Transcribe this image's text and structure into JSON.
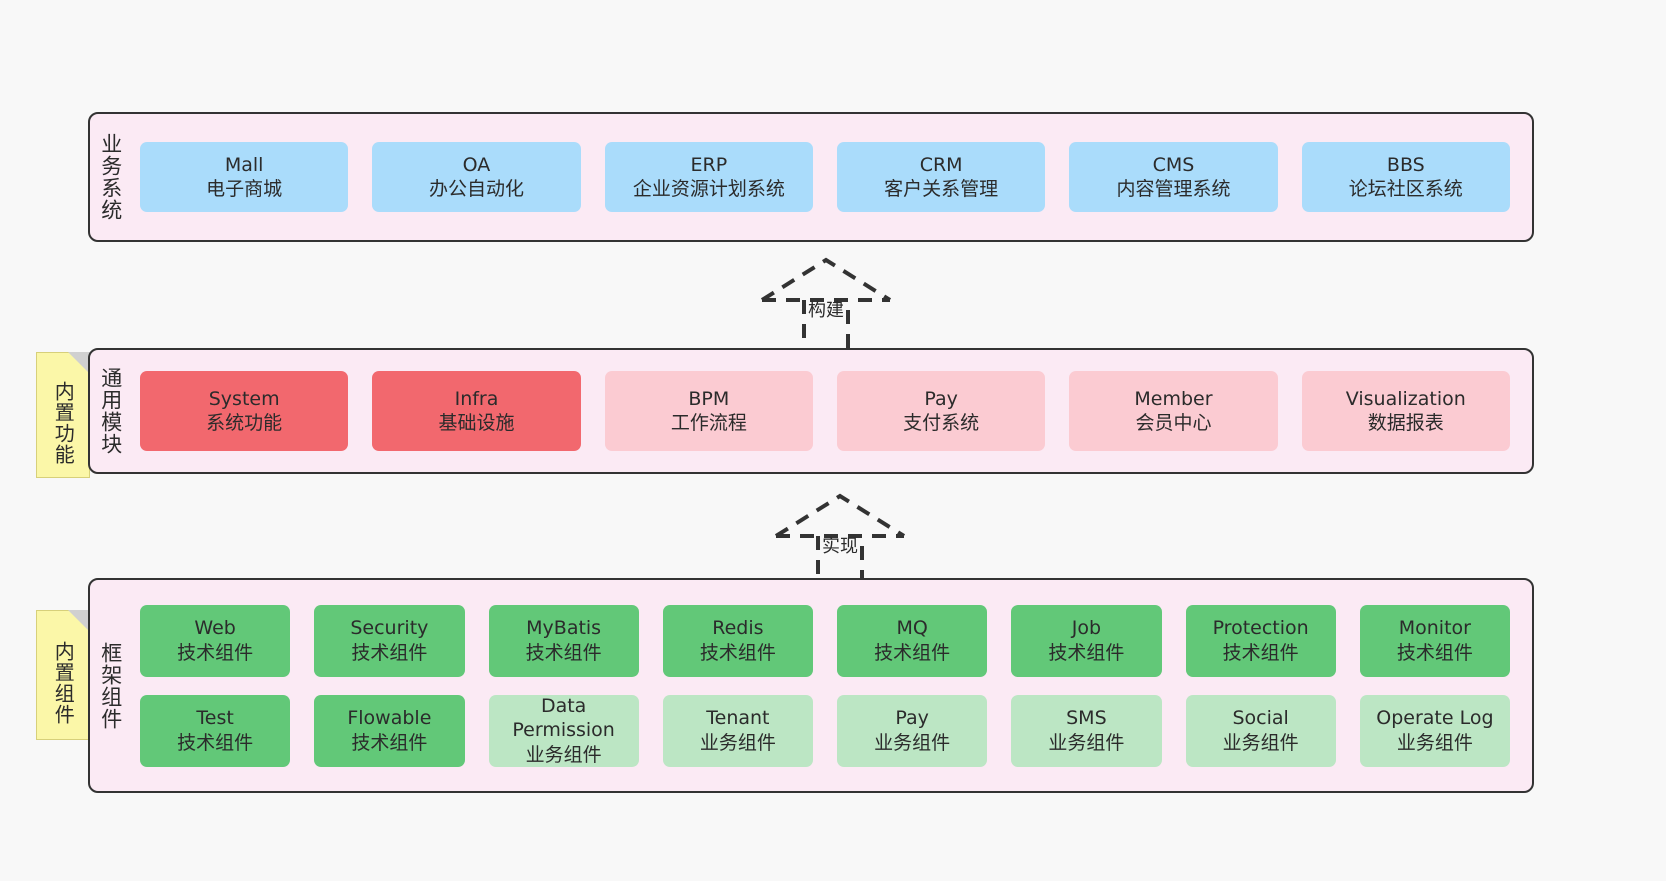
{
  "diagram": {
    "background_color": "#f8f8f8",
    "panel_color": "#fbeaf4",
    "panel_border_color": "#333333",
    "note_color": "#fbf7a8"
  },
  "layers": [
    {
      "id": "business",
      "title": "业务系统",
      "fill": "#aadcfb",
      "rows": [
        [
          {
            "en": "Mall",
            "cn": "电子商城",
            "fill": "#aadcfb"
          },
          {
            "en": "OA",
            "cn": "办公自动化",
            "fill": "#aadcfb"
          },
          {
            "en": "ERP",
            "cn": "企业资源计划系统",
            "fill": "#aadcfb"
          },
          {
            "en": "CRM",
            "cn": "客户关系管理",
            "fill": "#aadcfb"
          },
          {
            "en": "CMS",
            "cn": "内容管理系统",
            "fill": "#aadcfb"
          },
          {
            "en": "BBS",
            "cn": "论坛社区系统",
            "fill": "#aadcfb"
          }
        ]
      ]
    },
    {
      "id": "common",
      "title": "通用模块",
      "note": "内置功能",
      "rows": [
        [
          {
            "en": "System",
            "cn": "系统功能",
            "fill": "#f2686e"
          },
          {
            "en": "Infra",
            "cn": "基础设施",
            "fill": "#f2686e"
          },
          {
            "en": "BPM",
            "cn": "工作流程",
            "fill": "#fbcbd2"
          },
          {
            "en": "Pay",
            "cn": "支付系统",
            "fill": "#fbcbd2"
          },
          {
            "en": "Member",
            "cn": "会员中心",
            "fill": "#fbcbd2"
          },
          {
            "en": "Visualization",
            "cn": "数据报表",
            "fill": "#fbcbd2"
          }
        ]
      ]
    },
    {
      "id": "framework",
      "title": "框架组件",
      "note": "内置组件",
      "rows": [
        [
          {
            "en": "Web",
            "cn": "技术组件",
            "fill": "#62c878"
          },
          {
            "en": "Security",
            "cn": "技术组件",
            "fill": "#62c878"
          },
          {
            "en": "MyBatis",
            "cn": "技术组件",
            "fill": "#62c878"
          },
          {
            "en": "Redis",
            "cn": "技术组件",
            "fill": "#62c878"
          },
          {
            "en": "MQ",
            "cn": "技术组件",
            "fill": "#62c878"
          },
          {
            "en": "Job",
            "cn": "技术组件",
            "fill": "#62c878"
          },
          {
            "en": "Protection",
            "cn": "技术组件",
            "fill": "#62c878"
          },
          {
            "en": "Monitor",
            "cn": "技术组件",
            "fill": "#62c878"
          }
        ],
        [
          {
            "en": "Test",
            "cn": "技术组件",
            "fill": "#62c878"
          },
          {
            "en": "Flowable",
            "cn": "技术组件",
            "fill": "#62c878"
          },
          {
            "en": "Data Permission",
            "cn": "业务组件",
            "fill": "#bce6c4"
          },
          {
            "en": "Tenant",
            "cn": "业务组件",
            "fill": "#bce6c4"
          },
          {
            "en": "Pay",
            "cn": "业务组件",
            "fill": "#bce6c4"
          },
          {
            "en": "SMS",
            "cn": "业务组件",
            "fill": "#bce6c4"
          },
          {
            "en": "Social",
            "cn": "业务组件",
            "fill": "#bce6c4"
          },
          {
            "en": "Operate Log",
            "cn": "业务组件",
            "fill": "#bce6c4"
          }
        ]
      ]
    }
  ],
  "arrows": [
    {
      "id": "build",
      "label": "构建",
      "direction": "up",
      "style": "dashed-hollow-triangle"
    },
    {
      "id": "implement",
      "label": "实现",
      "direction": "up",
      "style": "dashed-hollow-triangle"
    }
  ]
}
